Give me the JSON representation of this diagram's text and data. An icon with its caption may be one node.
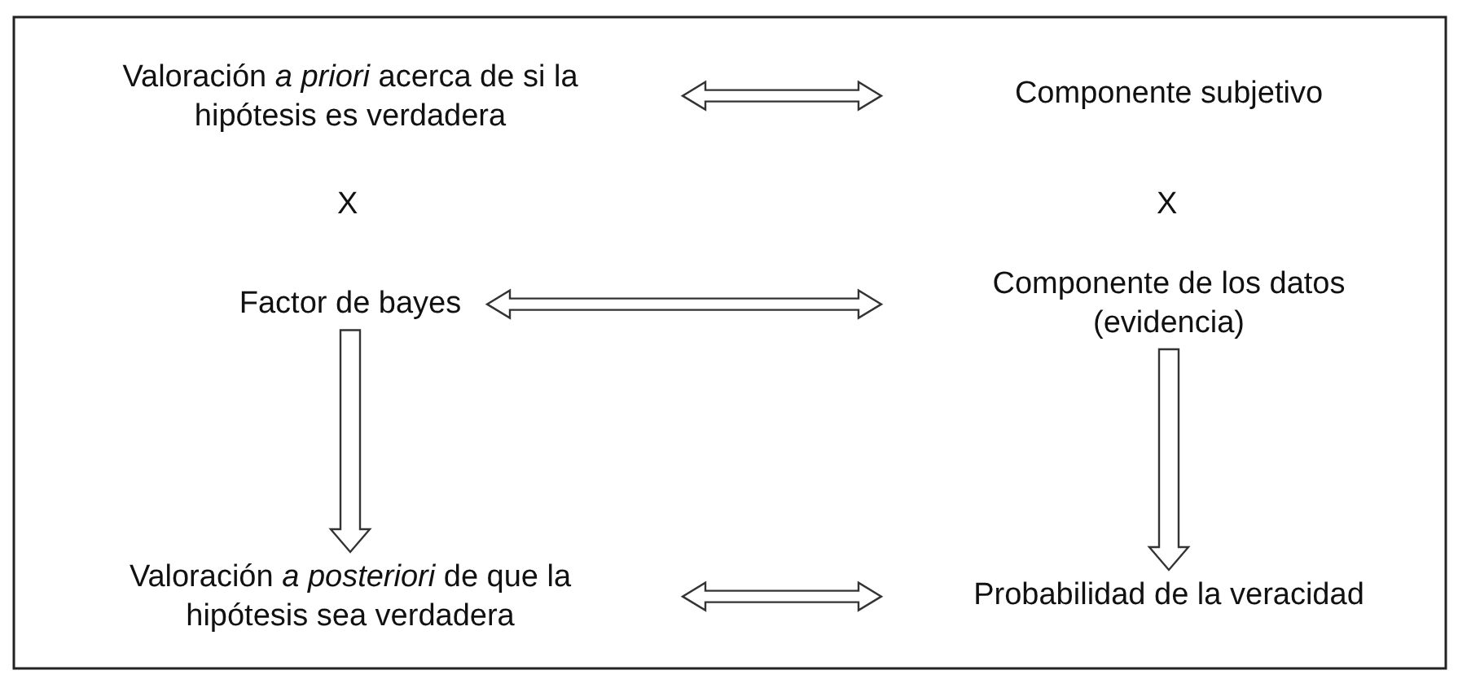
{
  "diagram": {
    "nodes": [
      {
        "text": [
          "Valoración *a priori*  acerca de si la hipótesis es verdadera"
        ]
      },
      {
        "text": [
          "Componente subjetivo"
        ]
      },
      {
        "text": [
          "Factor de bayes"
        ]
      },
      {
        "text": [
          "Componente de los datos (evidencia)"
        ]
      },
      {
        "text": [
          "Valoración *a posteriori*  de que la hipótesis sea verdadera"
        ]
      },
      {
        "text": [
          "Probabilidad de la veracidad"
        ]
      }
    ],
    "edges": [
      {
        "from": 0,
        "to": 1,
        "arrow": "both"
      },
      {
        "from": 2,
        "to": 3,
        "arrow": "both"
      },
      {
        "from": 2,
        "to": 4,
        "arrow": "to"
      },
      {
        "from": 3,
        "to": 5,
        "arrow": "to"
      },
      {
        "from": 4,
        "to": 5,
        "arrow": "both"
      }
    ],
    "labels": [
      "X",
      "X"
    ]
  }
}
